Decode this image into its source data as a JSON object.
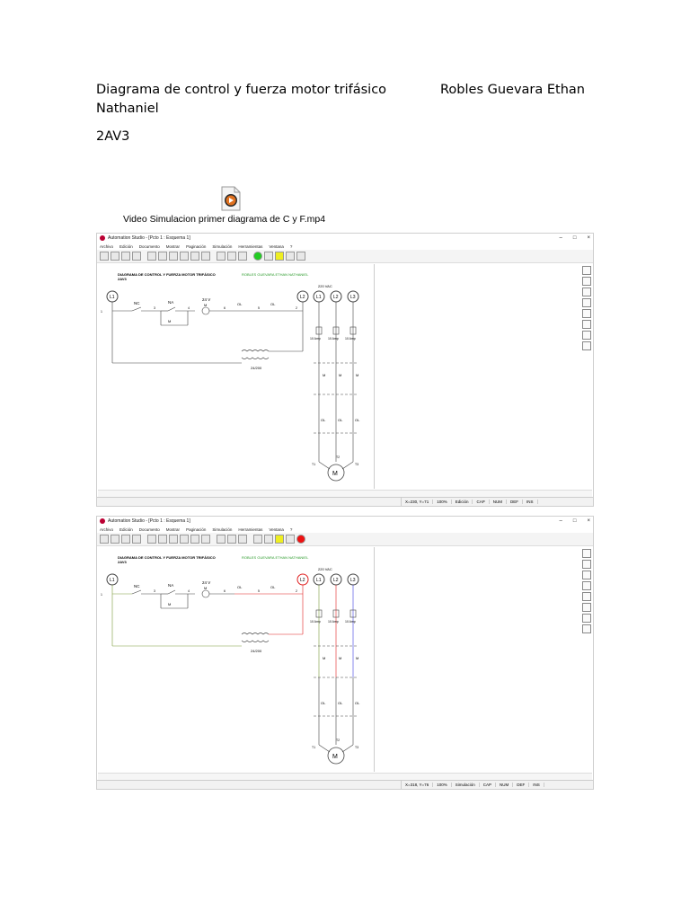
{
  "document": {
    "title_part1": "Diagrama de control y fuerza motor trifásico",
    "author": "Robles Guevara Ethan",
    "title_part2": "Nathaniel",
    "group": "2AV3",
    "video_label": "Video Simulacion primer diagrama de C y F.mp4",
    "video_icon": "video-file-icon"
  },
  "app": {
    "window_title": "Automation Studio - [Pcto 1 : Esquema 1]",
    "menu": [
      "Archivo",
      "Edición",
      "Documento",
      "Mostrar",
      "Paginación",
      "Simulación",
      "Herramientas",
      "Ventana",
      "?"
    ],
    "window_controls": [
      "–",
      "□",
      "×"
    ]
  },
  "diagram": {
    "title": "DIAGRAMA DE CONTROL Y FUERZA MOTOR TRIFÁSICO",
    "group": "2AV3",
    "author": "ROBLES GUEVARA ETHAN NATHANIEL",
    "voltage": "220 VAC",
    "l1": "L1",
    "l2": "L2",
    "l3": "L3",
    "nc": "NC",
    "na": "NA",
    "coil_voltage": "24 V",
    "m": "M",
    "ol": "OL",
    "transformer": "24/200",
    "fuse": "10 Amp",
    "motor": "M",
    "t1": "T1",
    "t2": "T2",
    "t3": "T3",
    "nodes": [
      "1",
      "3",
      "4",
      "6",
      "5",
      "2"
    ]
  },
  "screenshots": [
    {
      "mode": "Edición",
      "status_coords": "X=230, Y=71",
      "status_zoom": "100%",
      "status_flags": [
        "CAP",
        "NUM",
        "DEF",
        "INS"
      ],
      "colored": false
    },
    {
      "mode": "Simulación",
      "status_coords": "X=318, Y=76",
      "status_zoom": "100%",
      "status_flags": [
        "CAP",
        "NUM",
        "DEF",
        "INS"
      ],
      "colored": true
    }
  ],
  "colors": {
    "wire": "#444444",
    "sim_red": "#e02020",
    "sim_green": "#7a9a3a",
    "sim_blue": "#3a3ae0",
    "diagram_green": "#2a9a2a"
  }
}
